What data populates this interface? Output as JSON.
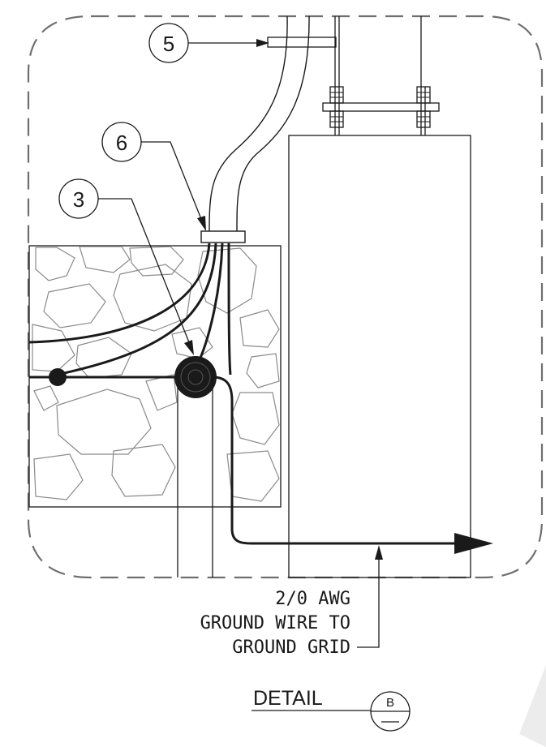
{
  "callouts": [
    {
      "id": "callout-5",
      "label": "5"
    },
    {
      "id": "callout-6",
      "label": "6"
    },
    {
      "id": "callout-3",
      "label": "3"
    }
  ],
  "note": {
    "line1": "2/0 AWG",
    "line2": "GROUND WIRE TO",
    "line3": "GROUND GRID"
  },
  "detail": {
    "title": "DETAIL",
    "tag": "B"
  },
  "colors": {
    "line": "#1a1a1a",
    "dash": "#6f6f6f",
    "rock": "#8a8a8a",
    "watermark": "#ececec"
  }
}
